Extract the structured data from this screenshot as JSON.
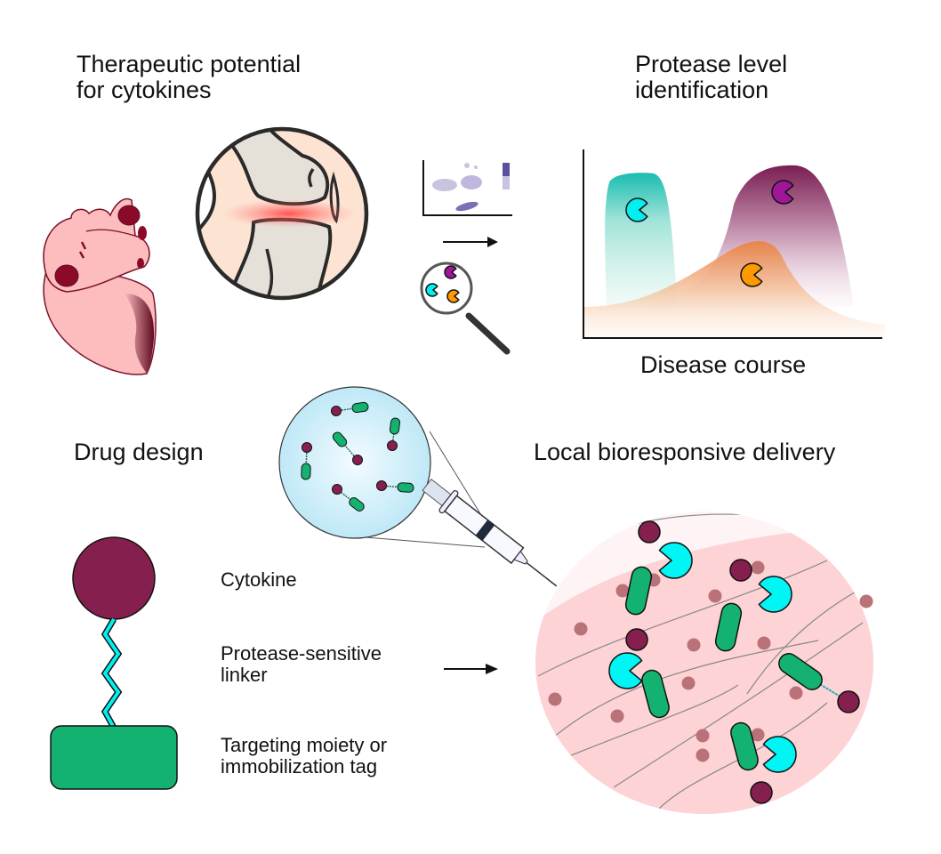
{
  "sections": {
    "therapeutic": {
      "title": "Therapeutic potential\nfor cytokines",
      "items": [
        "heart",
        "inflamed-joint"
      ]
    },
    "protease": {
      "title": "Protease level\nidentification",
      "xlabel": "Disease course",
      "proteases": [
        {
          "name": "early-protease",
          "color": "#00f0f0",
          "curve_color": "#1abcb0"
        },
        {
          "name": "late-protease-purple",
          "color": "#a0169a",
          "curve_color": "#7a1e52"
        },
        {
          "name": "mid-protease-orange",
          "color": "#ff9900",
          "curve_color": "#e8844a"
        }
      ]
    },
    "drug_design": {
      "title": "Drug design",
      "parts": [
        {
          "label": "Cytokine",
          "color": "#85204e"
        },
        {
          "label": "Protease-sensitive\nlinker",
          "color": "#00f0f0"
        },
        {
          "label": "Targeting moiety or\nimmobilization tag",
          "color": "#14b271"
        }
      ]
    },
    "delivery": {
      "title": "Local bioresponsive delivery"
    }
  },
  "colors": {
    "cytokine": "#85204e",
    "linker": "#00f0f0",
    "tag": "#14b271",
    "protease_cyan": "#00f5f5",
    "tissue": "#fdd3d5",
    "heart": "#fdbcbd",
    "heart_dark": "#8b0a2a",
    "joint_skin": "#fde3d2",
    "bone": "#e6e1d8",
    "bubble": "#d5f1fb"
  }
}
